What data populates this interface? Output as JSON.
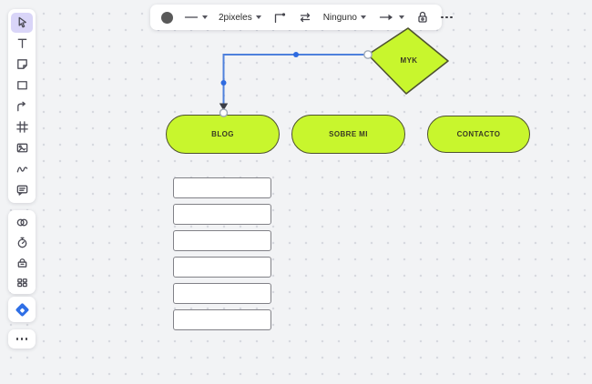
{
  "colors": {
    "canvas_bg": "#f2f3f5",
    "grid_dot": "#d7d9df",
    "shape_fill": "#c8f62d",
    "shape_border": "#4e5230",
    "connector": "#4f80dc",
    "connector_handle": "#2e6be0",
    "selection": "#d9d5f8",
    "icon": "#4b4b55",
    "accent_blue": "#2f6fe6"
  },
  "toolbar": {
    "color_swatch": "#595959",
    "thickness_label": "2pixeles",
    "line_end_label": "Ninguno",
    "icons": [
      "color-swatch",
      "line-style-dropdown",
      "thickness-dropdown",
      "elbow-connector",
      "swap-direction",
      "line-end-dropdown",
      "arrowhead-dropdown",
      "lock",
      "more-options"
    ]
  },
  "sidebar": {
    "selected_tool": "select-cursor",
    "tool_icons_main": [
      "select-cursor",
      "text",
      "sticky-note",
      "shape",
      "connector",
      "frame",
      "image",
      "pen",
      "comment"
    ],
    "tool_icons_secondary": [
      "venn-shapes",
      "timer",
      "ballot-box",
      "apps-grid"
    ],
    "tool_icons_bottom": [
      "miro-apps-diamond",
      "more-tools"
    ]
  },
  "shapes": {
    "myk": {
      "label": "MYK",
      "type": "diamond"
    },
    "blog": {
      "label": "BLOG",
      "type": "rounded-pill"
    },
    "sobre_mi": {
      "label": "SOBRE MI",
      "type": "rounded-pill"
    },
    "contacto": {
      "label": "CONTACTO",
      "type": "rounded-pill"
    },
    "empty_list_rectangles": 6,
    "connector": {
      "from": "MYK",
      "to": "BLOG",
      "style": "elbow",
      "selected": true
    }
  }
}
